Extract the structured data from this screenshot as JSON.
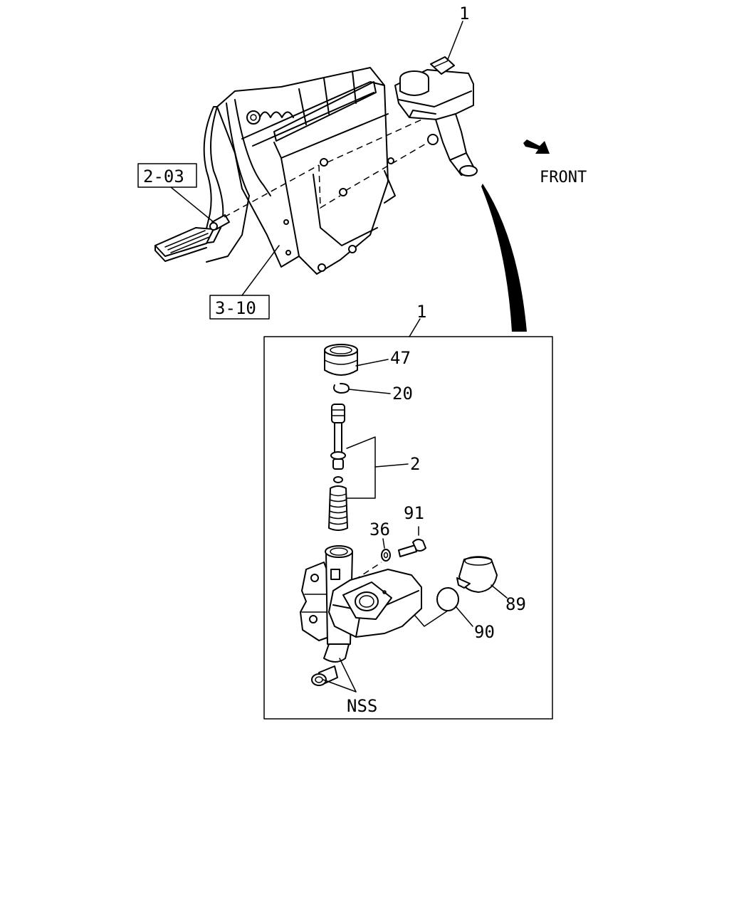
{
  "diagram": {
    "direction_label": "FRONT",
    "refs": {
      "ref_2_03": "2-03",
      "ref_3_10": "3-10"
    },
    "callouts": {
      "assembly_top": "1",
      "assembly_detail": "1",
      "cap": "47",
      "snap_ring": "20",
      "piston_kit": "2",
      "bolt": "91",
      "washer": "36",
      "filter_cap": "89",
      "o_ring": "90",
      "nss": "NSS"
    }
  }
}
